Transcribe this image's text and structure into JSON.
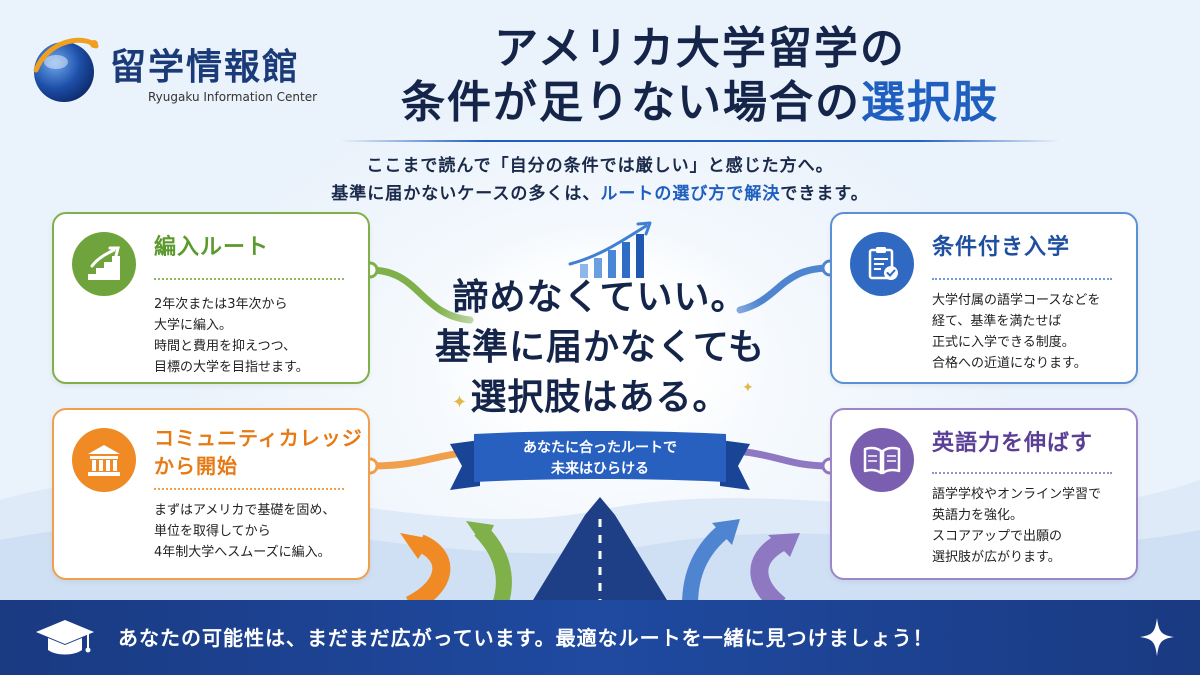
{
  "brand": {
    "name": "留学情報館",
    "subtitle": "Ryugaku Information Center"
  },
  "title": {
    "line1": "アメリカ大学留学の",
    "line2_prefix": "条件が足りない場合の",
    "line2_accent": "選択肢"
  },
  "intro": {
    "line1": "ここまで読んで「自分の条件では厳しい」と感じた方へ。",
    "line2_prefix": "基準に届かないケースの多くは、",
    "line2_accent": "ルートの選び方で解決",
    "line2_suffix": "できます。"
  },
  "cards": {
    "transfer": {
      "title": "編入ルート",
      "body": [
        "2年次または3年次から",
        "大学に編入。",
        "時間と費用を抑えつつ、",
        "目標の大学を目指せます。"
      ],
      "icon": "stairs-arrow-icon",
      "color": "#6fa43c"
    },
    "community": {
      "title_line1": "コミュニティカレッジ",
      "title_line2": "から開始",
      "body": [
        "まずはアメリカで基礎を固め、",
        "単位を取得してから",
        "4年制大学へスムーズに編入。"
      ],
      "icon": "institution-icon",
      "color": "#f08a24"
    },
    "conditional": {
      "title": "条件付き入学",
      "body": [
        "大学付属の語学コースなどを",
        "経て、基準を満たせば",
        "正式に入学できる制度。",
        "合格への近道になります。"
      ],
      "icon": "clipboard-check-icon",
      "color": "#2f69c2"
    },
    "english": {
      "title": "英語力を伸ばす",
      "body": [
        "語学学校やオンライン学習で",
        "英語力を強化。",
        "スコアアップで出願の",
        "選択肢が広がります。"
      ],
      "icon": "open-book-icon",
      "color": "#7a5fb0"
    }
  },
  "center": {
    "line1": "諦めなくていい。",
    "line2": "基準に届かなくても",
    "line3": "選択肢はある。",
    "ribbon_line1": "あなたに合ったルートで",
    "ribbon_line2": "未来はひらける"
  },
  "footer": {
    "text": "あなたの可能性は、まだまだ広がっています。最適なルートを一緒に見つけましょう！"
  }
}
